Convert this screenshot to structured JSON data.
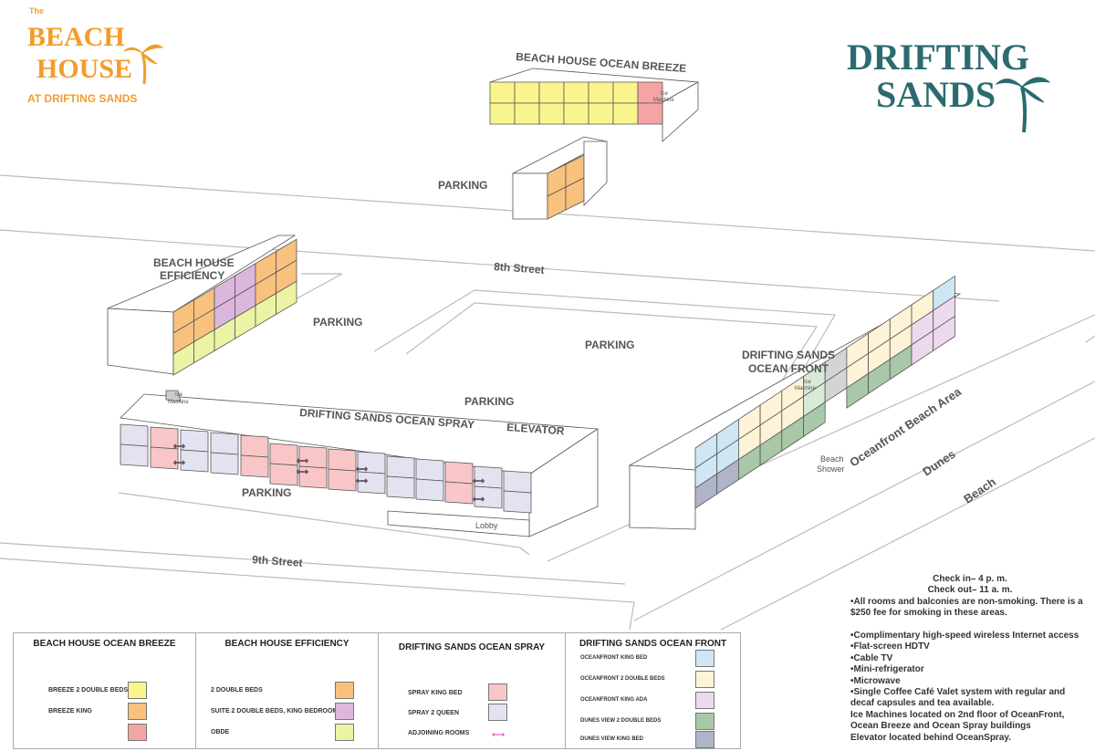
{
  "logos": {
    "beach_house": {
      "line1": "The",
      "line2": "BEACH",
      "line3": "HOUSE",
      "line4": "AT DRIFTING SANDS",
      "color": "#f39c2b"
    },
    "drifting_sands": {
      "line1": "DRIFTING",
      "line2": "SANDS",
      "color": "#2b6b70"
    }
  },
  "buildings": {
    "ocean_breeze": "BEACH HOUSE OCEAN BREEZE",
    "efficiency_line1": "BEACH HOUSE",
    "efficiency_line2": "EFFICIENCY",
    "ocean_spray": "DRIFTING SANDS OCEAN SPRAY",
    "ocean_front_line1": "DRIFTING SANDS",
    "ocean_front_line2": "OCEAN FRONT"
  },
  "map_labels": {
    "parking": "PARKING",
    "eighth_street": "8th Street",
    "ninth_street": "9th Street",
    "elevator": "ELEVATOR",
    "lobby": "Lobby",
    "ice_line1": "Ice",
    "ice_line2": "Machine",
    "beach_shower_line1": "Beach",
    "beach_shower_line2": "Shower",
    "oceanfront_beach_area": "Oceanfront Beach Area",
    "dunes": "Dunes",
    "beach": "Beach"
  },
  "colors": {
    "breeze_2_double": "#faf48f",
    "breeze_king": "#f8c27e",
    "obde_red": "#f5a4a4",
    "bh_2_double": "#f8c27e",
    "bh_suite": "#dcb7dc",
    "bh_obde": "#ecf3a4",
    "spray_king": "#f9c6c8",
    "spray_2_queen": "#e4e2f0",
    "adjoining": "#e040c0",
    "of_king": "#cfe6f4",
    "of_2_double": "#fdf3d6",
    "of_king_ada": "#ecd9ee",
    "dunes_2_double": "#a8c8a8",
    "dunes_king": "#b0b4c8",
    "of_green_light": "#d8ead6",
    "gray": "#d4d4d4"
  },
  "info": {
    "checkin": "Check in– 4 p. m.",
    "checkout": "Check out– 11 a. m.",
    "lines": [
      "•All rooms and balconies are non-smoking. There is a $250 fee for smoking in these areas.",
      "",
      "•Complimentary high-speed wireless Internet access",
      "•Flat-screen HDTV",
      "•Cable TV",
      "•Mini-refrigerator",
      "•Microwave",
      "•Single Coffee Café Valet system with regular and decaf capsules and tea available.",
      "Ice Machines located on 2nd floor of OceanFront, Ocean Breeze and Ocean Spray buildings",
      "Elevator located behind OceanSpray."
    ]
  },
  "legend": [
    {
      "title": "BEACH HOUSE OCEAN BREEZE",
      "items": [
        {
          "label": "BREEZE 2 DOUBLE BEDS",
          "color": "#faf48f"
        },
        {
          "label": "BREEZE KING",
          "color": "#f8c27e"
        },
        {
          "label": "",
          "color": "#f5a4a4"
        }
      ]
    },
    {
      "title": "BEACH HOUSE EFFICIENCY",
      "items": [
        {
          "label": "2 DOUBLE BEDS",
          "color": "#f8c27e"
        },
        {
          "label": "SUITE 2 DOUBLE  BEDS, KING BEDROOM",
          "color": "#dcb7dc"
        },
        {
          "label": "OBDE",
          "color": "#ecf3a4"
        }
      ]
    },
    {
      "title": "DRIFTING SANDS OCEAN SPRAY",
      "items": [
        {
          "label": "SPRAY KING BED",
          "color": "#f9c6c8"
        },
        {
          "label": "SPRAY 2 QUEEN",
          "color": "#e4e2f0"
        },
        {
          "label": "ADJOINING ROOMS",
          "color": ""
        }
      ]
    },
    {
      "title": "DRIFTING SANDS OCEAN FRONT",
      "items": [
        {
          "label": "OCEANFRONT KING BED",
          "color": "#cfe6f4"
        },
        {
          "label": "OCEANFRONT 2 DOUBLE BEDS",
          "color": "#fdf3d6"
        },
        {
          "label": "OCEANFRONT KING ADA",
          "color": "#ecd9ee"
        },
        {
          "label": "DUNES VIEW 2 DOUBLE BEDS",
          "color": "#a8c8a8"
        },
        {
          "label": "DUNES VIEW KING BED",
          "color": "#b0b4c8"
        }
      ]
    }
  ]
}
